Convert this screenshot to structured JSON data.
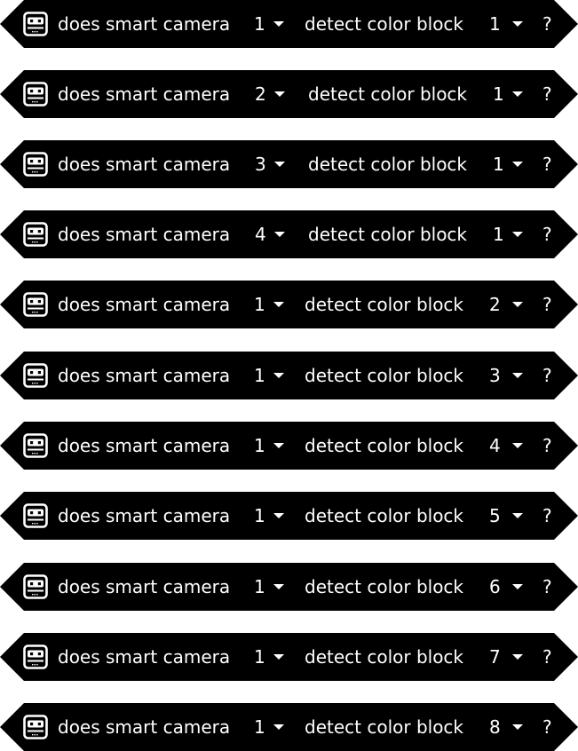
{
  "colors": {
    "block_background": "#000000",
    "block_text": "#ffffff",
    "page_background": "#ffffff"
  },
  "icon": "smart-camera-icon",
  "blocks": [
    {
      "prefix": "does smart camera",
      "camera": "1",
      "middle": "detect color block",
      "block": "1",
      "suffix": "?"
    },
    {
      "prefix": "does smart camera",
      "camera": "2",
      "middle": "detect color block",
      "block": "1",
      "suffix": "?"
    },
    {
      "prefix": "does smart camera",
      "camera": "3",
      "middle": "detect color block",
      "block": "1",
      "suffix": "?"
    },
    {
      "prefix": "does smart camera",
      "camera": "4",
      "middle": "detect color block",
      "block": "1",
      "suffix": "?"
    },
    {
      "prefix": "does smart camera",
      "camera": "1",
      "middle": "detect color block",
      "block": "2",
      "suffix": "?"
    },
    {
      "prefix": "does smart camera",
      "camera": "1",
      "middle": "detect color block",
      "block": "3",
      "suffix": "?"
    },
    {
      "prefix": "does smart camera",
      "camera": "1",
      "middle": "detect color block",
      "block": "4",
      "suffix": "?"
    },
    {
      "prefix": "does smart camera",
      "camera": "1",
      "middle": "detect color block",
      "block": "5",
      "suffix": "?"
    },
    {
      "prefix": "does smart camera",
      "camera": "1",
      "middle": "detect color block",
      "block": "6",
      "suffix": "?"
    },
    {
      "prefix": "does smart camera",
      "camera": "1",
      "middle": "detect color block",
      "block": "7",
      "suffix": "?"
    },
    {
      "prefix": "does smart camera",
      "camera": "1",
      "middle": "detect color block",
      "block": "8",
      "suffix": "?"
    }
  ]
}
